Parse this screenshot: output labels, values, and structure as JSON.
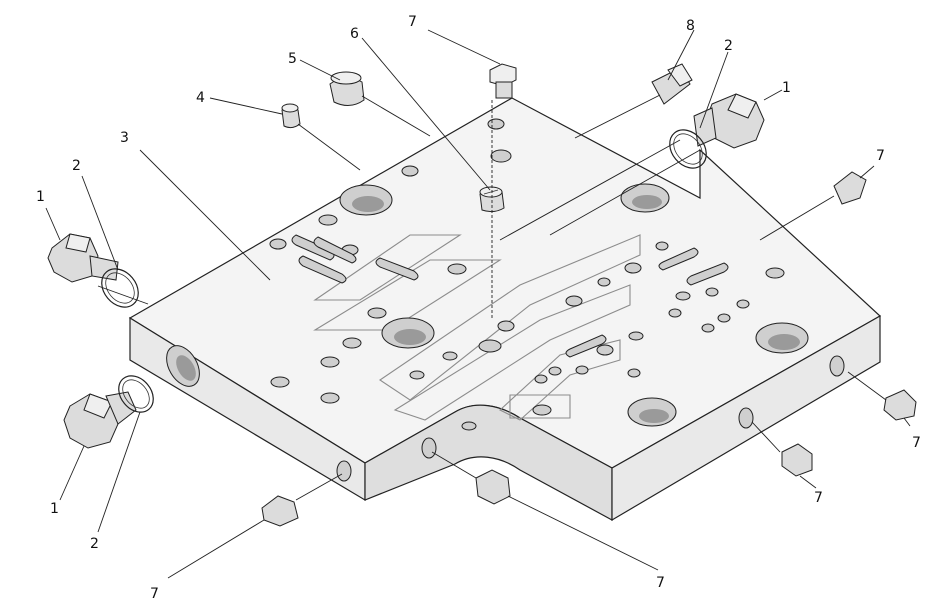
{
  "callouts": [
    {
      "id": "c7-top",
      "label": "7"
    },
    {
      "id": "c8",
      "label": "8"
    },
    {
      "id": "c2-tr",
      "label": "2"
    },
    {
      "id": "c1-tr",
      "label": "1"
    },
    {
      "id": "c6",
      "label": "6"
    },
    {
      "id": "c5",
      "label": "5"
    },
    {
      "id": "c4",
      "label": "4"
    },
    {
      "id": "c3",
      "label": "3"
    },
    {
      "id": "c2-l",
      "label": "2"
    },
    {
      "id": "c1-l",
      "label": "1"
    },
    {
      "id": "c7-r",
      "label": "7"
    },
    {
      "id": "c7-br",
      "label": "7"
    },
    {
      "id": "c7-bm",
      "label": "7"
    },
    {
      "id": "c7-bc",
      "label": "7"
    },
    {
      "id": "c7-bl",
      "label": "7"
    },
    {
      "id": "c1-bl",
      "label": "1"
    },
    {
      "id": "c2-bl",
      "label": "2"
    }
  ]
}
